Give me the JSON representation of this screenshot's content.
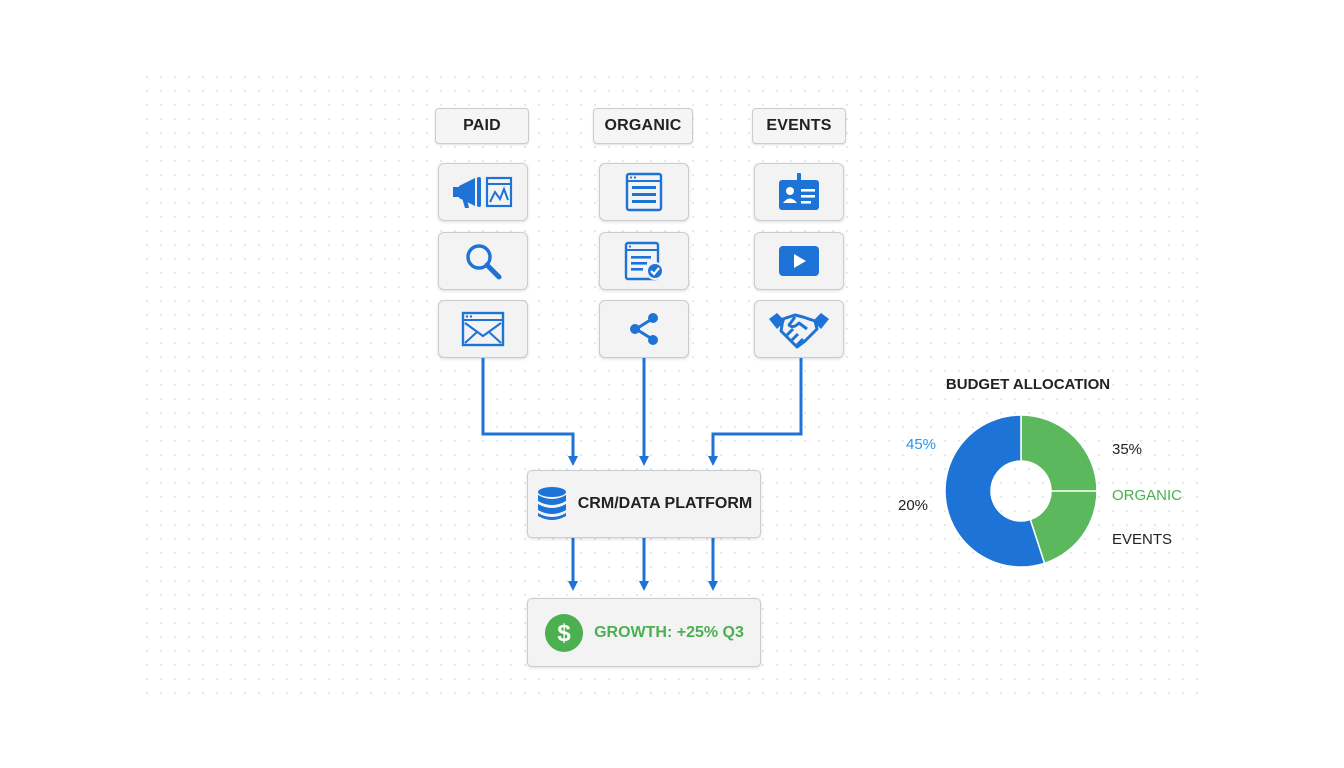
{
  "columns": [
    {
      "label": "PAID",
      "icons": [
        "megaphone-ad-icon",
        "search-icon",
        "email-icon"
      ]
    },
    {
      "label": "ORGANIC",
      "icons": [
        "article-icon",
        "content-approved-icon",
        "share-icon"
      ]
    },
    {
      "label": "EVENTS",
      "icons": [
        "badge-icon",
        "video-play-icon",
        "handshake-icon"
      ]
    }
  ],
  "platform": {
    "label": "CRM/DATA PLATFORM",
    "icon": "database-icon"
  },
  "growth": {
    "label": "GROWTH: +25% Q3",
    "icon": "dollar-icon"
  },
  "chart_data": {
    "type": "pie",
    "title": "BUDGET ALLOCATION",
    "slices": [
      {
        "label": "ORGANIC",
        "value": 45
      },
      {
        "label": "",
        "value": 55
      }
    ],
    "labels": {
      "left_top": "45%",
      "right_top": "35%",
      "left_mid": "20%",
      "right_mid": "ORGANIC",
      "right_bottom": "EVENTS"
    }
  },
  "colors": {
    "accent_blue": "#1e73d6",
    "accent_green": "#5bb85d",
    "text": "#222222"
  }
}
